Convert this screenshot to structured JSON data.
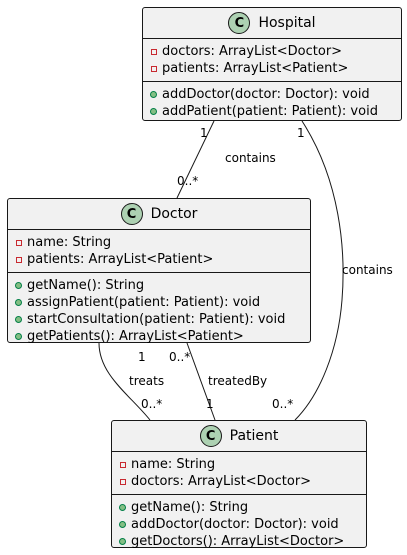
{
  "diagram": {
    "classes": {
      "hospital": {
        "badge": "C",
        "name": "Hospital",
        "attributes": [
          "doctors: ArrayList<Doctor>",
          "patients: ArrayList<Patient>"
        ],
        "methods": [
          "addDoctor(doctor: Doctor): void",
          "addPatient(patient: Patient): void"
        ]
      },
      "doctor": {
        "badge": "C",
        "name": "Doctor",
        "attributes": [
          "name: String",
          "patients: ArrayList<Patient>"
        ],
        "methods": [
          "getName(): String",
          "assignPatient(patient: Patient): void",
          "startConsultation(patient: Patient): void",
          "getPatients(): ArrayList<Patient>"
        ]
      },
      "patient": {
        "badge": "C",
        "name": "Patient",
        "attributes": [
          "name: String",
          "doctors: ArrayList<Doctor>"
        ],
        "methods": [
          "getName(): String",
          "addDoctor(doctor: Doctor): void",
          "getDoctors(): ArrayList<Doctor>"
        ]
      }
    },
    "relations": {
      "hospital_doctor": {
        "label": "contains",
        "from_mult": "1",
        "to_mult": "0..*"
      },
      "hospital_patient": {
        "label": "contains",
        "from_mult": "1",
        "to_mult": "0..*"
      },
      "doctor_patient_treats": {
        "label": "treats",
        "from_mult": "1",
        "to_mult": "0..*"
      },
      "patient_doctor_treatedby": {
        "label": "treatedBy",
        "from_mult": "0..*",
        "to_mult": "1"
      }
    },
    "colors": {
      "class_fill": "#f1f1f1",
      "border": "#181818",
      "class_badge": "#add1b2",
      "private_marker": "#c82930",
      "public_marker": "#84be84"
    }
  }
}
